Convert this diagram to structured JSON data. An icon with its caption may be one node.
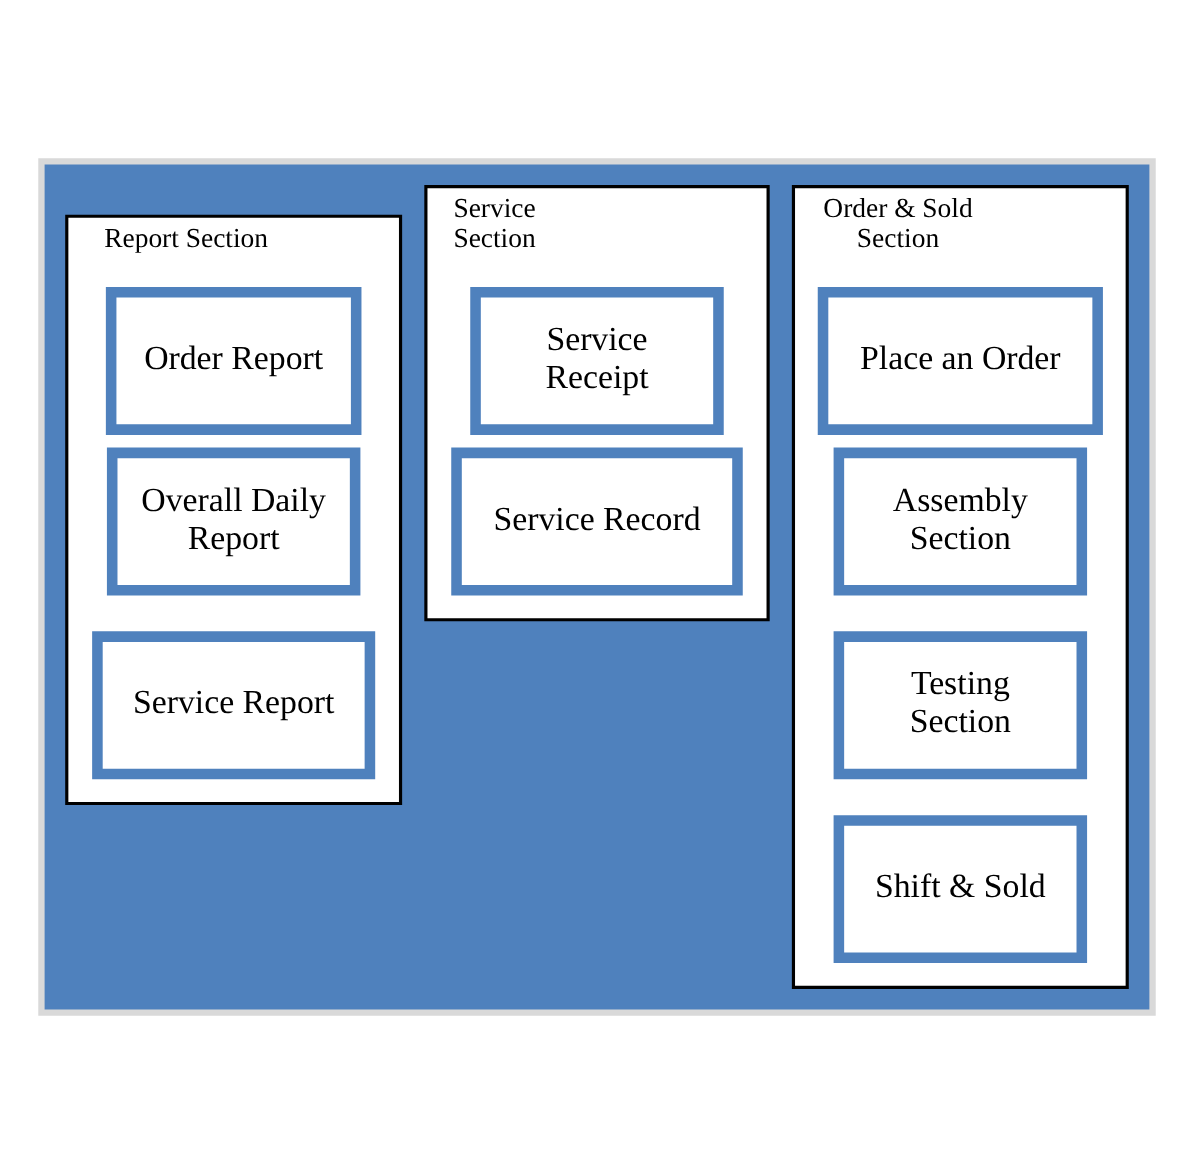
{
  "diagram": {
    "nodes": [
      {
        "text": [],
        "shape": "box"
      },
      {
        "text": [
          "Order & Sold Section"
        ],
        "in": 0
      },
      {
        "text": [
          "Place an Order"
        ],
        "in": 1
      },
      {
        "text": [
          "Assembly Section"
        ],
        "in": 1
      },
      {
        "text": [
          "Testing Section"
        ],
        "in": 1
      },
      {
        "text": [
          "Shift & Sold"
        ],
        "in": 1
      },
      {
        "text": [
          "Service Section"
        ],
        "in": 0
      },
      {
        "text": [
          "Service Receipt"
        ],
        "in": 6
      },
      {
        "text": [
          "Service Record"
        ],
        "in": 6
      },
      {
        "text": [
          "Report Section"
        ],
        "in": 0
      },
      {
        "text": [
          "Order Report"
        ],
        "in": 9
      },
      {
        "text": [
          "Overall Daily Report"
        ],
        "in": 9
      },
      {
        "text": [
          "Service Report"
        ],
        "in": 9
      }
    ],
    "edges": []
  }
}
